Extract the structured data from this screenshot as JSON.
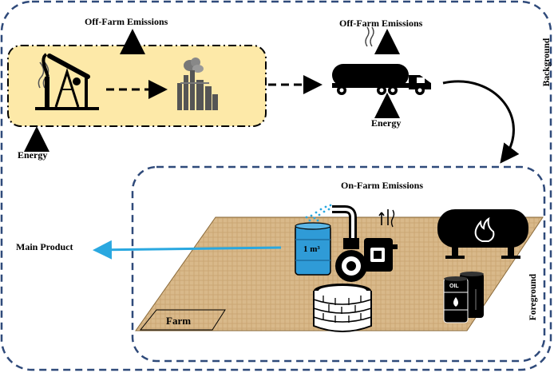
{
  "labels": {
    "off_farm_top_left": "Off-Farm Emissions",
    "off_farm_top_right": "Off-Farm Emissions",
    "energy_left": "Energy",
    "energy_truck": "Energy",
    "background": "Background",
    "on_farm": "On-Farm Emissions",
    "main_product": "Main Product",
    "tank_volume": "1 m³",
    "farm": "Farm",
    "foreground": "Foreground",
    "oil_drum": "OIL"
  },
  "colors": {
    "border_blue": "#2f4a7a",
    "production_box_fill": "#fde9a8",
    "farm_field": "#d9b98a",
    "water_tank": "#2f9bd7",
    "arrow_blue": "#2aa8e0",
    "black": "#000000"
  },
  "icons": [
    "oil-pump-icon",
    "refinery-icon",
    "tanker-truck-icon",
    "water-tank-icon",
    "water-pump-icon",
    "engine-icon",
    "well-icon",
    "fuel-tank-icon",
    "oil-drum-icon"
  ]
}
